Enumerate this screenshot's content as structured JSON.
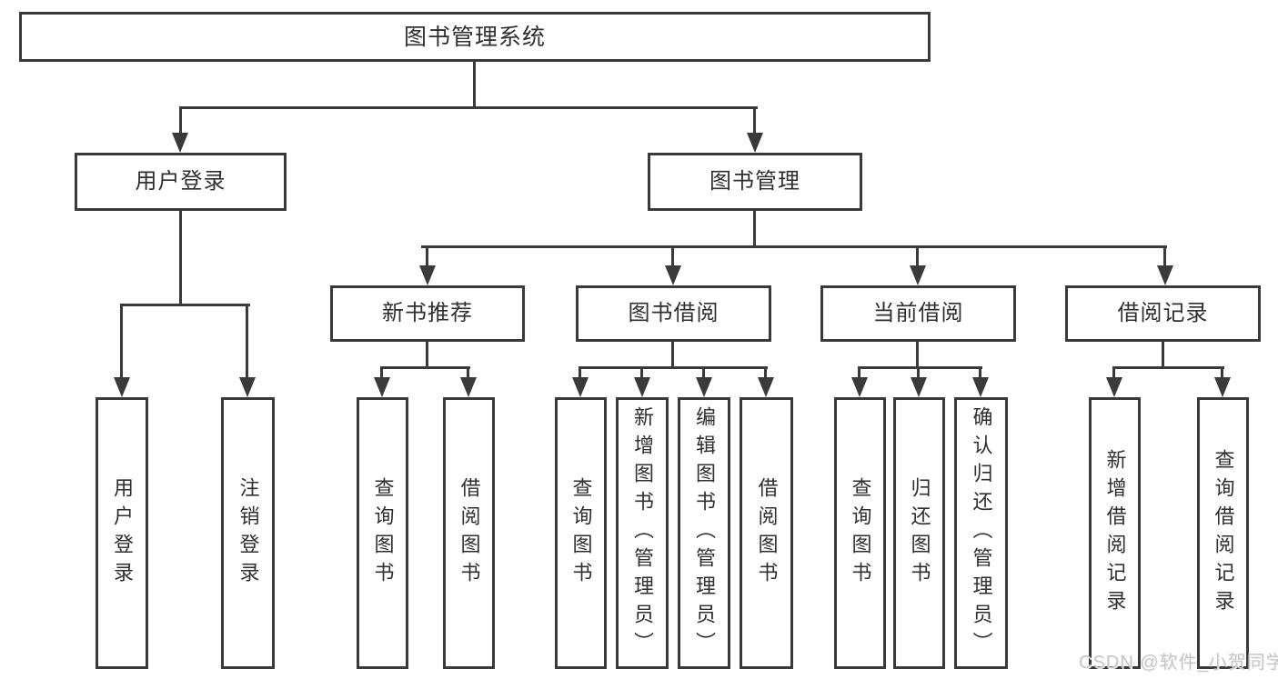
{
  "root": {
    "label": "图书管理系统"
  },
  "level2": [
    {
      "label": "用户登录"
    },
    {
      "label": "图书管理"
    }
  ],
  "level3": [
    {
      "label": "新书推荐"
    },
    {
      "label": "图书借阅"
    },
    {
      "label": "当前借阅"
    },
    {
      "label": "借阅记录"
    }
  ],
  "leaves": {
    "login": [
      {
        "label": "用户登录"
      },
      {
        "label": "注销登录"
      }
    ],
    "recommend": [
      {
        "label": "查询图书"
      },
      {
        "label": "借阅图书"
      }
    ],
    "borrow": [
      {
        "label": "查询图书"
      },
      {
        "label": "新增图书（管理员）"
      },
      {
        "label": "编辑图书（管理员）"
      },
      {
        "label": "借阅图书"
      }
    ],
    "current": [
      {
        "label": "查询图书"
      },
      {
        "label": "归还图书"
      },
      {
        "label": "确认归还（管理员）"
      }
    ],
    "records": [
      {
        "label": "新增借阅记录"
      },
      {
        "label": "查询借阅记录"
      }
    ]
  },
  "watermark": "CSDN @软件_小贺同学",
  "colors": {
    "line": "#3a3a3a",
    "text": "#2f2f2f",
    "background": "#ffffff",
    "watermark": "#c8c8c8"
  }
}
